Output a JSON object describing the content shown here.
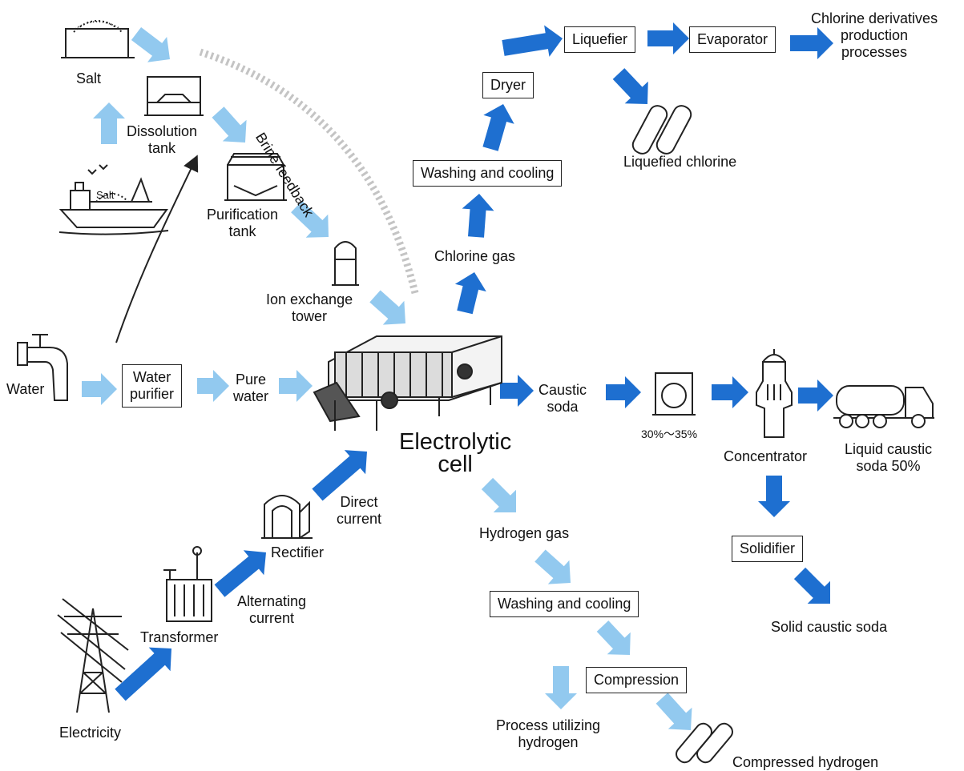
{
  "colors": {
    "dark_arrow": "#1e6fd0",
    "light_arrow": "#92c9ef",
    "feedback": "#c4c4c4",
    "line": "#222222"
  },
  "inputs": {
    "salt": "Salt",
    "ship_label": "Salt",
    "water": "Water",
    "electricity": "Electricity"
  },
  "brine": {
    "dissolution": "Dissolution\ntank",
    "purification": "Purification\ntank",
    "ion_exchange": "Ion exchange\ntower",
    "feedback": "Brine feedback"
  },
  "water_line": {
    "purifier": "Water\npurifier",
    "pure_water": "Pure\nwater"
  },
  "power": {
    "transformer": "Transformer",
    "alternating": "Alternating\ncurrent",
    "rectifier": "Rectifier",
    "direct": "Direct\ncurrent"
  },
  "cell": "Electrolytic\ncell",
  "chlorine": {
    "gas": "Chlorine gas",
    "washing": "Washing  and cooling",
    "dryer": "Dryer",
    "liquefier": "Liquefier",
    "evaporator": "Evaporator",
    "derivatives": "Chlorine derivatives\nproduction\nprocesses",
    "liquefied": "Liquefied chlorine"
  },
  "caustic": {
    "soda": "Caustic\nsoda",
    "concentration": "30%～35%",
    "concentrator": "Concentrator",
    "liquid": "Liquid caustic\nsoda 50%",
    "solidifier": "Solidifier",
    "solid": "Solid caustic soda"
  },
  "hydrogen": {
    "gas": "Hydrogen gas",
    "washing": "Washing and cooling",
    "compression": "Compression",
    "process": "Process utilizing\nhydrogen",
    "compressed": "Compressed hydrogen"
  }
}
